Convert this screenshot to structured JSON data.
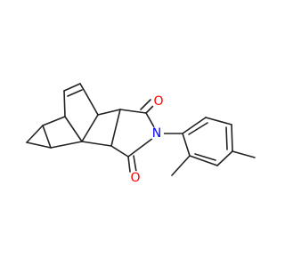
{
  "molecule": {
    "atoms": [
      {
        "id": "O1",
        "label": "O",
        "color": "#ff0000"
      },
      {
        "id": "O2",
        "label": "O",
        "color": "#ff0000"
      },
      {
        "id": "N1",
        "label": "N",
        "color": "#0000ff"
      }
    ],
    "bond_color": "#222222"
  }
}
